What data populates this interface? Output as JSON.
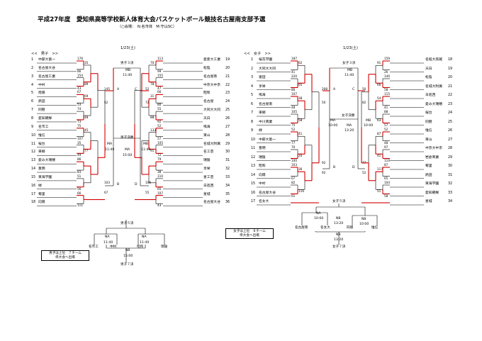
{
  "title": "平成27年度　愛知県高等学校新人体育大会バスケットボール競技名古屋南支部予選",
  "subtitle": "（○会場：　N:名市体　M:守山SC）",
  "boys": {
    "label": "<<　男子　>>",
    "date": "1/23(土)",
    "left_teams": [
      {
        "no": "1",
        "name": "中部大第一"
      },
      {
        "no": "2",
        "name": "名古屋大谷"
      },
      {
        "no": "3",
        "name": "名古屋工業"
      },
      {
        "no": "4",
        "name": "中村"
      },
      {
        "no": "5",
        "name": "南陽"
      },
      {
        "no": "6",
        "name": "熱田"
      },
      {
        "no": "7",
        "name": "同朋"
      },
      {
        "no": "8",
        "name": "愛知朝鮮"
      },
      {
        "no": "9",
        "name": "名市工"
      },
      {
        "no": "10",
        "name": "惟信"
      },
      {
        "no": "11",
        "name": "桜台"
      },
      {
        "no": "12",
        "name": "東郷"
      },
      {
        "no": "13",
        "name": "愛み大瑞穂"
      },
      {
        "no": "14",
        "name": "豊明"
      },
      {
        "no": "15",
        "name": "東海学園"
      },
      {
        "no": "16",
        "name": "緑"
      },
      {
        "no": "17",
        "name": "菊里"
      },
      {
        "no": "18",
        "name": "向陽"
      }
    ],
    "right_teams": [
      {
        "no": "19",
        "name": "愛産大工業"
      },
      {
        "no": "20",
        "name": "松陰"
      },
      {
        "no": "21",
        "name": "名古屋南"
      },
      {
        "no": "22",
        "name": "中京大中京"
      },
      {
        "no": "23",
        "name": "昭和"
      },
      {
        "no": "24",
        "name": "名古屋"
      },
      {
        "no": "25",
        "name": "大同大大同"
      },
      {
        "no": "26",
        "name": "天白"
      },
      {
        "no": "27",
        "name": "鳴海"
      },
      {
        "no": "28",
        "name": "東山"
      },
      {
        "no": "29",
        "name": "名城大附属"
      },
      {
        "no": "30",
        "name": "名工芸"
      },
      {
        "no": "31",
        "name": "瑞陵"
      },
      {
        "no": "32",
        "name": "享栄"
      },
      {
        "no": "33",
        "name": "星工芸"
      },
      {
        "no": "34",
        "name": "日進西"
      },
      {
        "no": "35",
        "name": "星城"
      },
      {
        "no": "36",
        "name": "名古屋大谷"
      }
    ],
    "left_scores": [
      "176",
      "86",
      "154",
      "43",
      "67",
      "53",
      "74",
      "73",
      "75",
      "107",
      "35",
      "49",
      "86",
      "83",
      "51",
      "56",
      "66",
      "111",
      "35",
      "89",
      "69",
      "48",
      "45",
      "77"
    ],
    "right_scores": [
      "113",
      "99",
      "155",
      "47",
      "66",
      "80",
      "55",
      "92",
      "52",
      "57",
      "105",
      "72",
      "79",
      "38",
      "110",
      "65",
      "107",
      "43",
      "70",
      "78",
      "31",
      "88",
      "133",
      "91"
    ],
    "semis": [
      "145",
      "62",
      "103",
      "67",
      "52",
      "72",
      "106",
      "55"
    ],
    "fix_rounds": [
      {
        "label": "男子３決",
        "venue": "MB",
        "time": "11:40"
      },
      {
        "label": "男子決勝",
        "venue": "MA",
        "time": "15:00"
      },
      {
        "label": "MA",
        "time": "11:40"
      },
      {
        "label": "MB",
        "time": "11:40"
      }
    ],
    "positions": [
      "A",
      "B",
      "C",
      "D"
    ],
    "fifth": {
      "label": "男子５決",
      "na": "NA",
      "na_time": "11:40",
      "nb": "NB",
      "nb_time": "15:00",
      "teams": [
        "名市工",
        "中村",
        "昭和",
        "瑞陵"
      ],
      "seventh": "男子７決"
    },
    "note": "男子は上位　７チーム\n県大会へ出場"
  },
  "girls": {
    "label": "<<　女子　>>",
    "date": "1/23(土)",
    "left_teams": [
      {
        "no": "1",
        "name": "桜花学園"
      },
      {
        "no": "2",
        "name": "大同大大同"
      },
      {
        "no": "3",
        "name": "富田"
      },
      {
        "no": "4",
        "name": "享栄"
      },
      {
        "no": "5",
        "name": "鳴海"
      },
      {
        "no": "6",
        "name": "名古屋南"
      },
      {
        "no": "7",
        "name": "東郷"
      },
      {
        "no": "8",
        "name": "中川商業"
      },
      {
        "no": "9",
        "name": "緑"
      },
      {
        "no": "10",
        "name": "中部大第一"
      },
      {
        "no": "11",
        "name": "豊明"
      },
      {
        "no": "12",
        "name": "瑞陵"
      },
      {
        "no": "13",
        "name": "昭和"
      },
      {
        "no": "14",
        "name": "向陽"
      },
      {
        "no": "15",
        "name": "中村"
      },
      {
        "no": "16",
        "name": "名古屋大谷"
      },
      {
        "no": "17",
        "name": "名女大"
      }
    ],
    "right_teams": [
      {
        "no": "18",
        "name": "名経大高蔵"
      },
      {
        "no": "19",
        "name": "天白"
      },
      {
        "no": "20",
        "name": "松陰"
      },
      {
        "no": "21",
        "name": "名城大附属"
      },
      {
        "no": "22",
        "name": "日進西"
      },
      {
        "no": "23",
        "name": "愛み大瑞穂"
      },
      {
        "no": "24",
        "name": "桜台"
      },
      {
        "no": "25",
        "name": "同朋"
      },
      {
        "no": "26",
        "name": "惟信"
      },
      {
        "no": "27",
        "name": "東山"
      },
      {
        "no": "28",
        "name": "中京大中京"
      },
      {
        "no": "29",
        "name": "岩倉商業"
      },
      {
        "no": "30",
        "name": "菊里"
      },
      {
        "no": "31",
        "name": "熱田"
      },
      {
        "no": "32",
        "name": "東海学園"
      },
      {
        "no": "33",
        "name": "愛知朝鮮"
      },
      {
        "no": "34",
        "name": "星城"
      }
    ],
    "left_scores": [
      "187",
      "41",
      "220",
      "86",
      "107",
      "48",
      "105",
      "75",
      "52",
      "77",
      "70",
      "100",
      "103",
      "67",
      "82",
      "61",
      "62",
      "65",
      "38",
      "58",
      "41",
      "20",
      "36",
      "116"
    ],
    "right_scores": [
      "159",
      "26",
      "140",
      "58",
      "115",
      "41",
      "88",
      "57",
      "52",
      "48",
      "97",
      "110",
      "87",
      "65",
      "104",
      "58",
      "91",
      "66",
      "54",
      "63",
      "87",
      "41",
      "117",
      "51"
    ],
    "semis": [
      "208",
      "50",
      "92",
      "92",
      "50",
      "82",
      "77",
      "52"
    ],
    "fix_rounds": [
      {
        "label": "女子３決",
        "venue": "MB",
        "time": "11:40"
      },
      {
        "label": "女子決勝",
        "venue": "MA",
        "time": "13:20"
      },
      {
        "label": "MA",
        "time": "10:00"
      },
      {
        "label": "MB",
        "time": "10:00"
      }
    ],
    "positions": [
      "A",
      "B",
      "C",
      "D"
    ],
    "fifth": {
      "label": "女子５決",
      "na": "NA",
      "na_time": "10:00",
      "nb": "NB",
      "nb_time": "13:20",
      "nb2": "NB",
      "nb2_time": "10:00",
      "teams": [
        "名古屋南",
        "名女大",
        "同朋",
        "惟信"
      ],
      "seventh": "女子７決"
    },
    "note": "女子は上位　８チーム\n県大会へ出場"
  },
  "colors": {
    "winner_line": "#d00000",
    "line": "#000000"
  }
}
